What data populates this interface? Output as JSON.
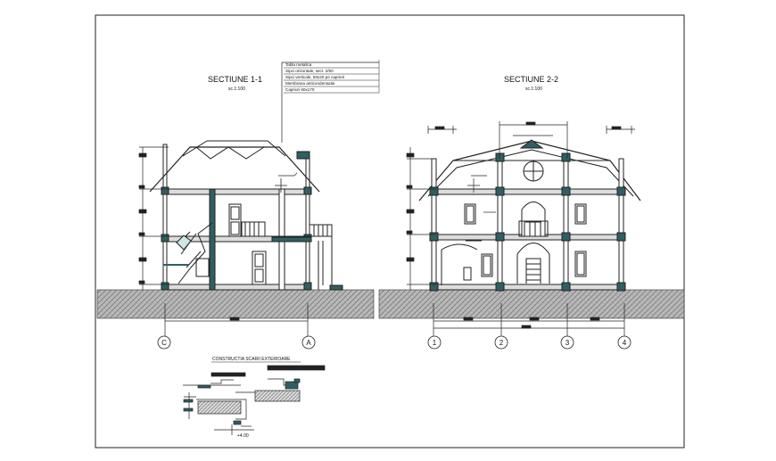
{
  "section_1": {
    "title": "SECTIUNE 1-1",
    "scale": "sc.1:100",
    "axes": [
      "C",
      "A"
    ]
  },
  "section_2": {
    "title": "SECTIUNE 2-2",
    "scale": "sc.1:100",
    "axes": [
      "1",
      "2",
      "3",
      "4"
    ]
  },
  "callout": {
    "lines": [
      "Tabla metalica",
      "Sipci orizontale, sect. 2/50",
      "Sipci verticale, 50x20 pe capriori",
      "Membrana anticondensatie",
      "Capriori 60x170"
    ]
  },
  "detail": {
    "title": "CONSTRUCTIA SCARII EXTERIOARE",
    "dimension": "+4.00"
  }
}
